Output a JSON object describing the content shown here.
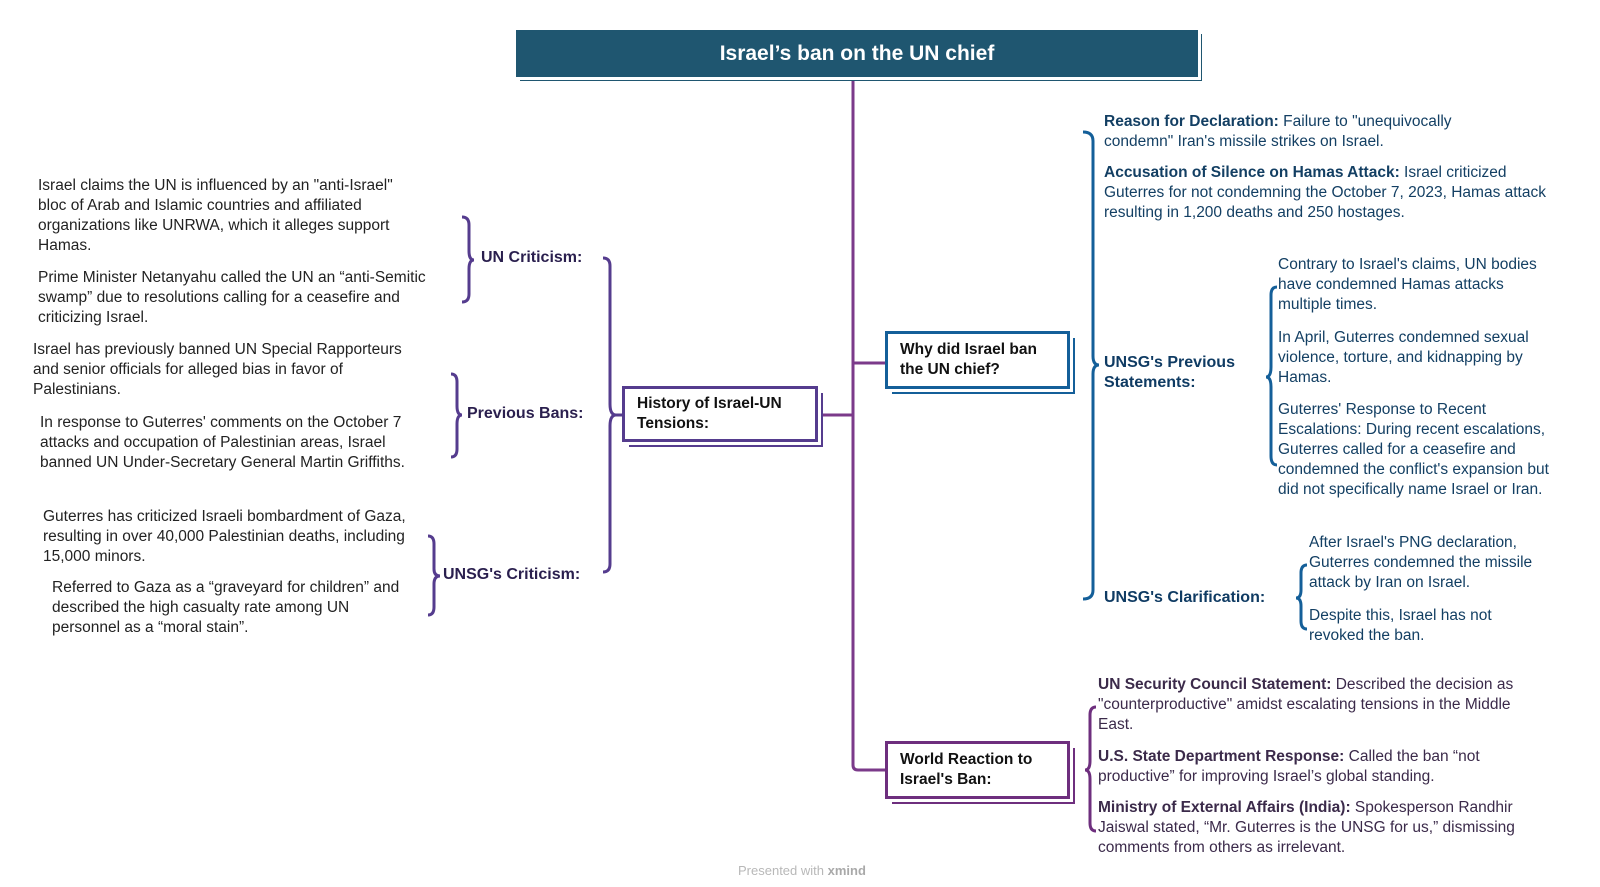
{
  "root": {
    "title": "Israel’s ban on the UN chief"
  },
  "history": {
    "label": "History of Israel-UN Tensions:",
    "un_criticism": {
      "label": "UN Criticism:",
      "items": [
        "Israel claims the UN is influenced by an \"anti-Israel\" bloc of Arab and Islamic countries and affiliated organizations like UNRWA, which it alleges support Hamas.",
        "Prime Minister Netanyahu called the UN an “anti-Semitic swamp” due to resolutions calling for a ceasefire and criticizing Israel."
      ]
    },
    "previous_bans": {
      "label": "Previous Bans:",
      "items": [
        "Israel has previously banned UN Special Rapporteurs and senior officials for alleged bias in favor of Palestinians.",
        "In response to Guterres' comments on the October 7 attacks and occupation of Palestinian areas, Israel banned UN Under-Secretary General Martin Griffiths."
      ]
    },
    "unsg_criticism": {
      "label": "UNSG's Criticism:",
      "items": [
        "Guterres has criticized Israeli bombardment of Gaza, resulting in over 40,000 Palestinian deaths, including 15,000 minors.",
        "Referred to Gaza as a “graveyard for children” and described the high casualty rate among UN personnel as a “moral stain”."
      ]
    }
  },
  "why": {
    "label": "Why did Israel ban the UN chief?",
    "reason": {
      "title": "Reason for Declaration:",
      "text": " Failure to \"unequivocally condemn\" Iran's missile strikes on Israel."
    },
    "accusation": {
      "title": "Accusation of Silence on Hamas Attack:",
      "text": " Israel criticized Guterres for not condemning the October 7, 2023, Hamas attack resulting in 1,200 deaths and 250 hostages."
    },
    "previous_statements": {
      "label": "UNSG's Previous Statements:",
      "items": [
        "Contrary to Israel's claims, UN bodies have condemned Hamas attacks multiple times.",
        "In April, Guterres condemned sexual violence, torture, and kidnapping by Hamas.",
        "Guterres' Response to Recent Escalations: During recent escalations, Guterres called for a ceasefire and condemned the conflict's expansion but did not specifically name Israel or Iran."
      ]
    },
    "clarification": {
      "label": "UNSG's Clarification:",
      "items": [
        "After Israel's PNG declaration, Guterres condemned the missile attack by Iran on Israel.",
        "Despite this, Israel has not revoked the ban."
      ]
    }
  },
  "world": {
    "label": "World Reaction to Israel's Ban:",
    "items": [
      {
        "title": "UN Security Council Statement:",
        "text": " Described the decision as \"counterproductive\" amidst escalating tensions in the Middle East."
      },
      {
        "title": "U.S. State Department Response:",
        "text": " Called the ban “not productive” for improving Israel’s global standing."
      },
      {
        "title": "Ministry of External Affairs (India):",
        "text": " Spokesperson Randhir Jaiswal stated, “Mr. Guterres is the UNSG for us,” dismissing comments from others as irrelevant."
      }
    ]
  },
  "footer": {
    "prefix": "Presented with ",
    "brand": "xmind"
  },
  "colors": {
    "root": "#1f5670",
    "trunk": "#7b3a8a",
    "history": "#553c8e",
    "why": "#145f99",
    "world": "#6e2f7e"
  }
}
